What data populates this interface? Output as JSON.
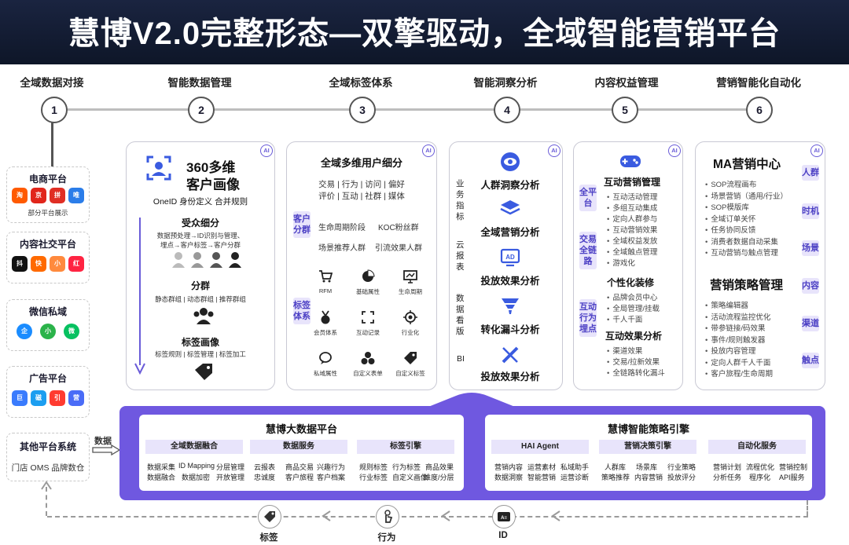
{
  "title": "慧博V2.0完整形态—双擎驱动，全域智能营销平台",
  "stages": [
    {
      "label": "全域数据对接",
      "num": "1"
    },
    {
      "label": "智能数据管理",
      "num": "2"
    },
    {
      "label": "全域标签体系",
      "num": "3"
    },
    {
      "label": "智能洞察分析",
      "num": "4"
    },
    {
      "label": "内容权益管理",
      "num": "5"
    },
    {
      "label": "营销智能化自动化",
      "num": "6"
    }
  ],
  "sources": {
    "ecom": {
      "title": "电商平台",
      "note": "部分平台展示",
      "icons": [
        "淘",
        "京",
        "拼",
        "唯"
      ]
    },
    "social": {
      "title": "内容社交平台",
      "icons": [
        "抖",
        "快",
        "小",
        "红"
      ]
    },
    "wechat": {
      "title": "微信私域",
      "icons": [
        "企",
        "小",
        "微"
      ]
    },
    "ads": {
      "title": "广告平台",
      "icons": [
        "巨",
        "磁",
        "引",
        "营"
      ]
    },
    "other": {
      "title": "其他平台系统",
      "line": "门店 OMS  品牌数仓"
    }
  },
  "data_arrow_label": "数据",
  "card2": {
    "ai": "AI",
    "title1": "360多维",
    "title2": "客户画像",
    "sub": "OneID 身份定义 合并规则",
    "s1": "受众细分",
    "s1d1": "数据预处理→ID识别与管理、",
    "s1d2": "埋点→客户标签→客户分群",
    "s2": "分群",
    "s2d": "静态群组 | 动态群组 | 推荐群组",
    "s3": "标签画像",
    "s3d": "标签规则 | 标签管理 | 标签加工"
  },
  "card3": {
    "ai": "AI",
    "title": "全域多维用户细分",
    "line1": "交易 | 行为 | 访问 | 偏好",
    "line2": "评价 | 互动 | 社群 | 媒体",
    "tag1": "客户分群",
    "tag2": "标签体系",
    "g1": "生命周期阶段",
    "g2": "KOC粉丝群",
    "g3": "场景推荐人群",
    "g4": "引流效果人群",
    "icons": [
      "RFM",
      "基础属性",
      "生命周期",
      "会员体系",
      "互动记录",
      "行业化",
      "私域属性",
      "自定义表单",
      "自定义标签"
    ]
  },
  "card4": {
    "ai": "AI",
    "left1": "业务指标",
    "left2": "云报表",
    "left3": "数据看版",
    "left4": "BI",
    "items": [
      "人群洞察分析",
      "全域营销分析",
      "投放效果分析",
      "转化漏斗分析",
      "投放效果分析"
    ]
  },
  "card5": {
    "ai": "AI",
    "v1": "全平台",
    "v2": "交易全链路",
    "v3": "互动行为埋点",
    "h1": "互动营销管理",
    "b1": [
      "互动活动管理",
      "多组互动集成",
      "定向人群参与",
      "互动营销效果",
      "全域权益发放",
      "全域触点管理",
      "游戏化"
    ],
    "h2": "个性化装修",
    "b2": [
      "品牌会员中心",
      "全局管理/挂载",
      "千人千面"
    ],
    "h3": "互动效果分析",
    "b3": [
      "渠道效果",
      "交易/拉新效果",
      "全链路转化漏斗"
    ]
  },
  "card6": {
    "ai": "AI",
    "h1": "MA营销中心",
    "b1": [
      "SOP流程画布",
      "场景营销（通用/行业）",
      "SOP模版库",
      "全域订单关怀",
      "任务协同反馈",
      "消费者数据自动采集",
      "互动营销与触点管理"
    ],
    "h2": "营销策略管理",
    "b2": [
      "策略编辑器",
      "活动流程监控优化",
      "带参链接/码效果",
      "事件/规则触发器",
      "投放内容管理",
      "定向人群千人千面",
      "客户旅程/生命周期"
    ],
    "side": [
      "人群",
      "时机",
      "场景",
      "内容",
      "渠道",
      "触点"
    ]
  },
  "bigdata": {
    "title": "慧博大数据平台",
    "cols": [
      {
        "h": "全域数据融合",
        "c": [
          "数据采集",
          "ID Mapping",
          "分层管理",
          "数据融合",
          "数据加密",
          "开放管理"
        ]
      },
      {
        "h": "数据服务",
        "c": [
          "云报表",
          "商品交易",
          "兴趣行为",
          "忠诚度",
          "客户旅程",
          "客户档案"
        ]
      },
      {
        "h": "标签引擎",
        "c": [
          "规则标签",
          "行为标签",
          "商品效果",
          "行业标签",
          "自定义画像",
          "维度/分层"
        ]
      }
    ]
  },
  "engine": {
    "title": "慧博智能策略引擎",
    "cols": [
      {
        "h": "HAI Agent",
        "c": [
          "营销内容",
          "运营素材",
          "私域助手",
          "数据洞察",
          "智能营销",
          "运营诊断"
        ]
      },
      {
        "h": "营销决策引擎",
        "c": [
          "人群库",
          "场景库",
          "行业策略",
          "策略推荐",
          "内容营销",
          "投放评分"
        ]
      },
      {
        "h": "自动化服务",
        "c": [
          "营销计划",
          "流程优化",
          "营销控制",
          "分析任务",
          "程序化",
          "API服务"
        ]
      }
    ]
  },
  "feedback": [
    "标签",
    "行为",
    "ID"
  ]
}
